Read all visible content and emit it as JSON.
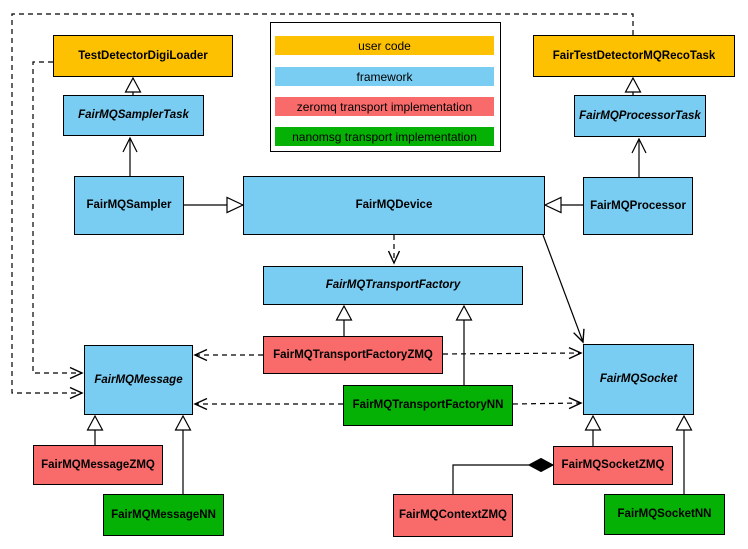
{
  "colors": {
    "user_code": "#fdc101",
    "framework": "#7acdf2",
    "zeromq": "#f96b6b",
    "nanomsg": "#04b104",
    "line": "#000000",
    "background": "#ffffff"
  },
  "legend": {
    "items": [
      {
        "label": "user code",
        "color": "#fdc101"
      },
      {
        "label": "framework",
        "color": "#7acdf2"
      },
      {
        "label": "zeromq transport implementation",
        "color": "#f96b6b"
      },
      {
        "label": "nanomsg transport implementation",
        "color": "#04b104"
      }
    ]
  },
  "nodes": {
    "test_detector_digi_loader": {
      "label": "TestDetectorDigiLoader",
      "category": "user code"
    },
    "fair_test_detector_mq_reco_task": {
      "label": "FairTestDetectorMQRecoTask",
      "category": "user code"
    },
    "fair_mq_sampler_task": {
      "label": "FairMQSamplerTask",
      "category": "framework"
    },
    "fair_mq_processor_task": {
      "label": "FairMQProcessorTask",
      "category": "framework"
    },
    "fair_mq_sampler": {
      "label": "FairMQSampler",
      "category": "framework"
    },
    "fair_mq_device": {
      "label": "FairMQDevice",
      "category": "framework"
    },
    "fair_mq_processor": {
      "label": "FairMQProcessor",
      "category": "framework"
    },
    "fair_mq_transport_factory": {
      "label": "FairMQTransportFactory",
      "category": "framework"
    },
    "fair_mq_transport_factory_zmq": {
      "label": "FairMQTransportFactoryZMQ",
      "category": "zeromq transport implementation"
    },
    "fair_mq_transport_factory_nn": {
      "label": "FairMQTransportFactoryNN",
      "category": "nanomsg transport implementation"
    },
    "fair_mq_message": {
      "label": "FairMQMessage",
      "category": "framework"
    },
    "fair_mq_socket": {
      "label": "FairMQSocket",
      "category": "framework"
    },
    "fair_mq_message_zmq": {
      "label": "FairMQMessageZMQ",
      "category": "zeromq transport implementation"
    },
    "fair_mq_message_nn": {
      "label": "FairMQMessageNN",
      "category": "nanomsg transport implementation"
    },
    "fair_mq_socket_zmq": {
      "label": "FairMQSocketZMQ",
      "category": "zeromq transport implementation"
    },
    "fair_mq_socket_nn": {
      "label": "FairMQSocketNN",
      "category": "nanomsg transport implementation"
    },
    "fair_mq_context_zmq": {
      "label": "FairMQContextZMQ",
      "category": "zeromq transport implementation"
    }
  }
}
